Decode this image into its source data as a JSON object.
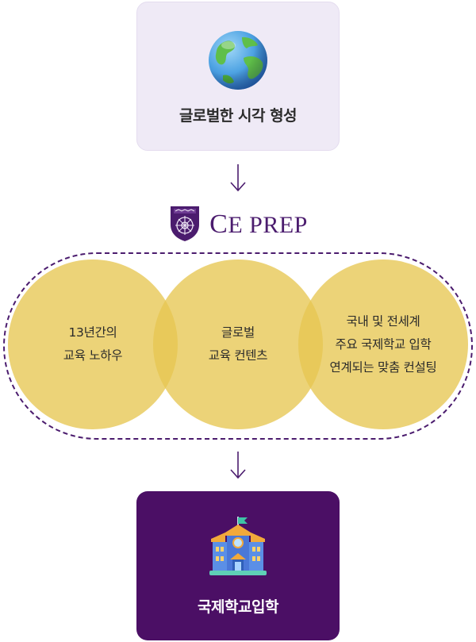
{
  "top_box": {
    "label": "글로벌한 시각 형성",
    "icon": "globe-icon"
  },
  "brand": {
    "prefix_big": "C",
    "prefix_small": "E",
    "name_rest": "PREP",
    "logo_icon": "crest-icon",
    "color": "#4b1c6e"
  },
  "circles": [
    {
      "lines": [
        "13년간의",
        "교육 노하우"
      ]
    },
    {
      "lines": [
        "글로벌",
        "교육 컨텐츠"
      ]
    },
    {
      "lines": [
        "국내 및 전세계",
        "주요 국제학교 입학",
        "연계되는 맞춤 컨설팅"
      ]
    }
  ],
  "bottom_box": {
    "label": "국제학교입학",
    "icon": "school-building-icon"
  },
  "colors": {
    "top_bg": "#efeaf6",
    "bottom_bg": "#4b0f65",
    "circle": "#e7c652",
    "accent": "#4b1c6e"
  }
}
